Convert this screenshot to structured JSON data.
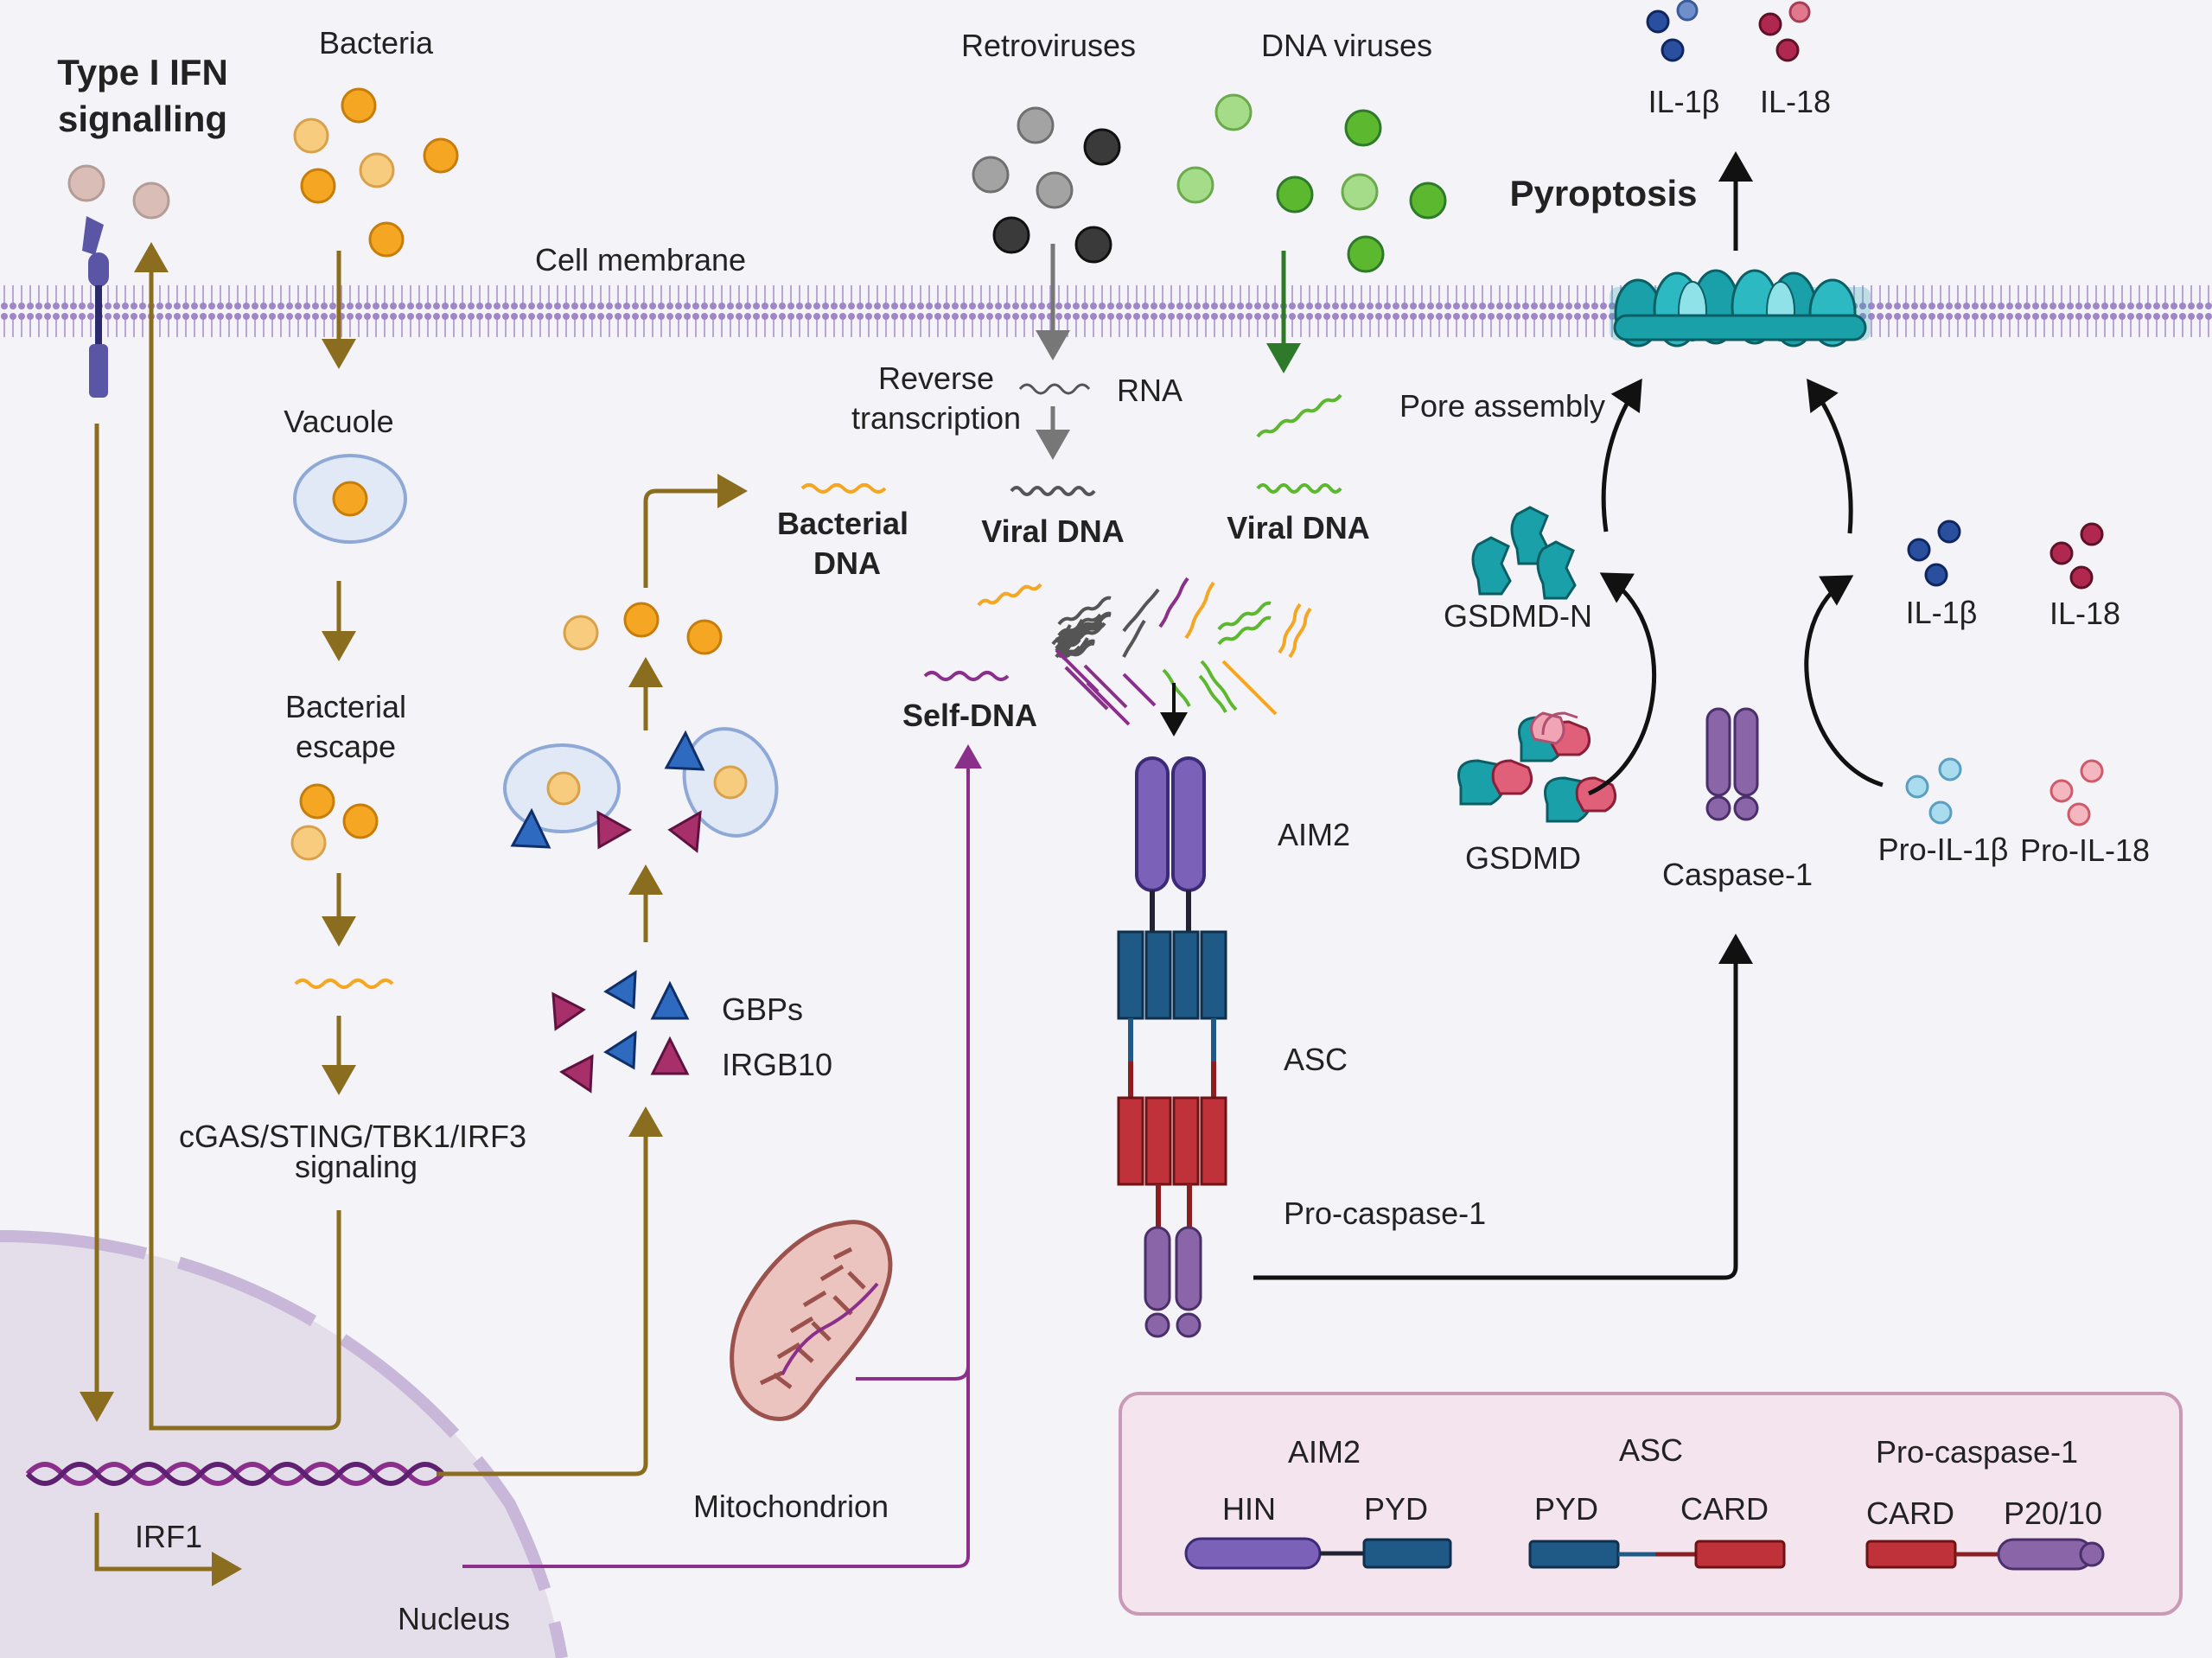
{
  "labels": {
    "type1_ifn": [
      "Type I IFN",
      "signalling"
    ],
    "bacteria": "Bacteria",
    "retroviruses": "Retroviruses",
    "dna_viruses": "DNA viruses",
    "il1b_top": "IL-1β",
    "il18_top": "IL-18",
    "pyroptosis": "Pyroptosis",
    "cell_membrane": "Cell membrane",
    "reverse_transcription": [
      "Reverse",
      "transcription"
    ],
    "rna": "RNA",
    "pore_assembly": "Pore assembly",
    "vacuole": "Vacuole",
    "bacterial_dna": [
      "Bacterial",
      "DNA"
    ],
    "viral_dna_1": "Viral DNA",
    "viral_dna_2": "Viral DNA",
    "gsdmd_n": "GSDMD-N",
    "il1b_mid": "IL-1β",
    "il18_mid": "IL-18",
    "bacterial_escape": [
      "Bacterial",
      "escape"
    ],
    "self_dna": "Self-DNA",
    "aim2": "AIM2",
    "gsdmd": "GSDMD",
    "caspase1": "Caspase-1",
    "pro_il1b": "Pro-IL-1β",
    "pro_il18": "Pro-IL-18",
    "gbps": "GBPs",
    "irgb10": "IRGB10",
    "asc": "ASC",
    "cgas": [
      "cGAS/STING/TBK1/IRF3",
      "signaling"
    ],
    "pro_caspase1": "Pro-caspase-1",
    "mitochondrion": "Mitochondrion",
    "irf1": "IRF1",
    "nucleus": "Nucleus"
  },
  "legend": {
    "aim2": {
      "title": "AIM2",
      "left": "HIN",
      "right": "PYD"
    },
    "asc": {
      "title": "ASC",
      "left": "PYD",
      "right": "CARD"
    },
    "pro_caspase1": {
      "title": "Pro-caspase-1",
      "left": "CARD",
      "right": "P20/10"
    }
  },
  "colors": {
    "bacteria": "#f5a623",
    "bacteria_light": "#f7cc7f",
    "ifn_path": "#8a6d1e",
    "self_dna_path": "#8a2f8a",
    "retrovirus_dark": "#3a3a3a",
    "retrovirus_light": "#a3a3a3",
    "dna_virus": "#5cb82e",
    "dna_virus_light": "#a5dc8a",
    "aim2": "#7b62b8",
    "asc": "#1f5a86",
    "pro_caspase": "#c0323a",
    "caspase": "#8a66a8",
    "gsdmd": "#1aa0a8",
    "gbp": "#2e6bc0",
    "irgb10": "#a8306a",
    "il1b": "#2a4f9e",
    "il18": "#b02850"
  }
}
